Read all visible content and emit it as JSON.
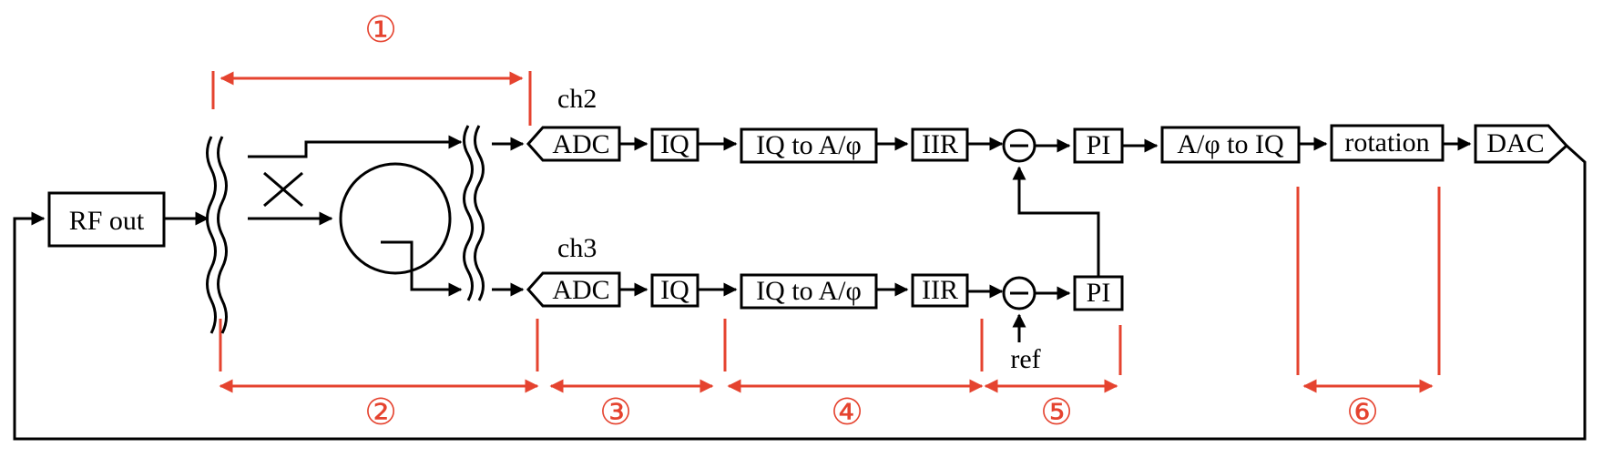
{
  "colors": {
    "annotation": "#e5432f",
    "line": "#000000",
    "background": "#ffffff"
  },
  "blocks": {
    "rf_out": "RF out",
    "ch2": {
      "label": "ch2",
      "adc": "ADC",
      "iq": "IQ",
      "iq_to_aphi": "IQ to A/φ",
      "iir": "IIR",
      "pi": "PI",
      "aphi_to_iq": "A/φ to IQ",
      "rotation": "rotation",
      "dac": "DAC"
    },
    "ch3": {
      "label": "ch3",
      "adc": "ADC",
      "iq": "IQ",
      "iq_to_aphi": "IQ to A/φ",
      "iir": "IIR",
      "pi": "PI"
    },
    "ref": "ref"
  },
  "section_markers": [
    "①",
    "②",
    "③",
    "④",
    "⑤",
    "⑥"
  ]
}
